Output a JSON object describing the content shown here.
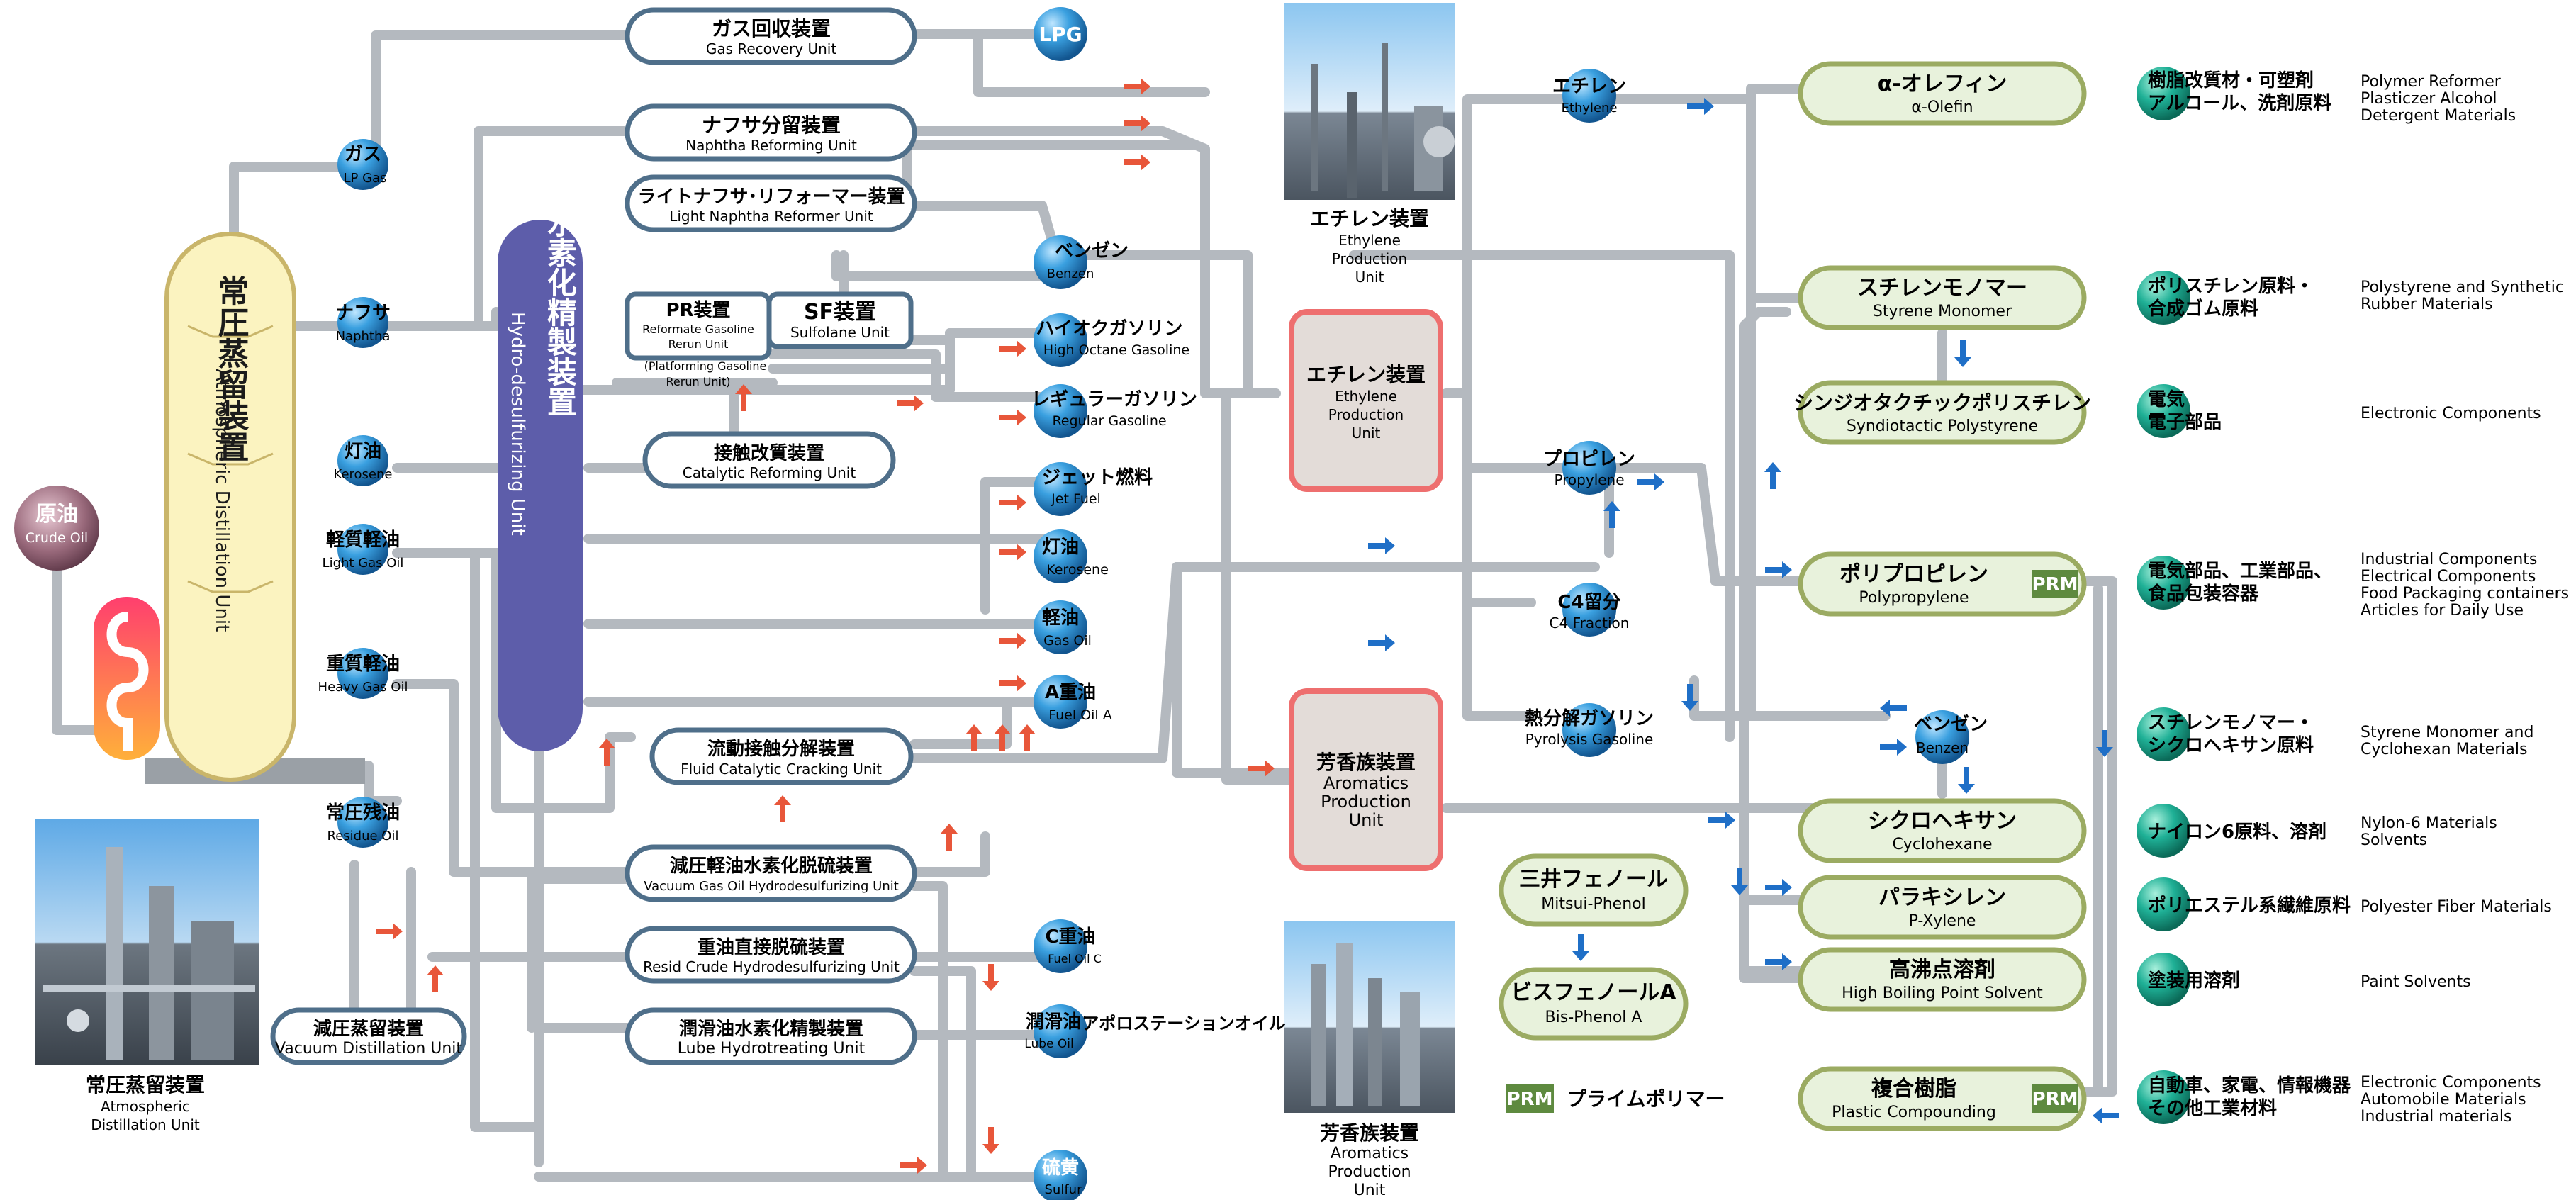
{
  "feed": {
    "jp": "原油",
    "en": "Crude Oil"
  },
  "tower": {
    "jp": "常圧蒸留装置",
    "en": "Atmospheric Distillation Unit"
  },
  "hds": {
    "jp": "水素化精製装置",
    "en": "Hydro-desulfurizing Unit"
  },
  "cuts": {
    "gas": {
      "jp": "ガス",
      "en": "LP Gas"
    },
    "naphtha": {
      "jp": "ナフサ",
      "en": "Naphtha"
    },
    "kerosene": {
      "jp": "灯油",
      "en": "Kerosene"
    },
    "lgo": {
      "jp": "軽質軽油",
      "en": "Light Gas Oil"
    },
    "hgo": {
      "jp": "重質軽油",
      "en": "Heavy Gas Oil"
    },
    "residue": {
      "jp": "常圧残油",
      "en": "Residue Oil"
    }
  },
  "units": {
    "gru": {
      "jp": "ガス回収装置",
      "en": "Gas Recovery Unit"
    },
    "nru": {
      "jp": "ナフサ分留装置",
      "en": "Naphtha Reforming Unit"
    },
    "lnr": {
      "jp": "ライトナフサ･リフォーマー装置",
      "en": "Light Naphtha Reformer Unit"
    },
    "pr": {
      "jp": "PR装置",
      "en1": "Reformate Gasoline",
      "en2": "Rerun Unit",
      "en3": "(Platforming Gasoline",
      "en4": "Rerun Unit)"
    },
    "sf": {
      "jp": "SF装置",
      "en": "Sulfolane Unit"
    },
    "cru": {
      "jp": "接触改質装置",
      "en": "Catalytic Reforming Unit"
    },
    "fcc": {
      "jp": "流動接触分解装置",
      "en": "Fluid Catalytic Cracking Unit"
    },
    "vgo": {
      "jp": "減圧軽油水素化脱硫装置",
      "en": "Vacuum Gas Oil Hydrodesulfurizing Unit"
    },
    "rch": {
      "jp": "重油直接脱硫装置",
      "en": "Resid Crude Hydrodesulfurizing Unit"
    },
    "lube": {
      "jp": "潤滑油水素化精製装置",
      "en": "Lube Hydrotreating Unit"
    },
    "vdu": {
      "jp": "減圧蒸留装置",
      "en": "Vacuum Distillation Unit"
    }
  },
  "products": {
    "lpg": {
      "jp": "LPG",
      "en": ""
    },
    "benzen": {
      "jp": "ベンゼン",
      "en": "Benzen"
    },
    "hoctane": {
      "jp": "ハイオクガソリン",
      "en": "High Octane Gasoline"
    },
    "regular": {
      "jp": "レギュラーガソリン",
      "en": "Regular Gasoline"
    },
    "jet": {
      "jp": "ジェット燃料",
      "en": "Jet Fuel"
    },
    "kerosene": {
      "jp": "灯油",
      "en": "Kerosene"
    },
    "gasoil": {
      "jp": "軽油",
      "en": "Gas Oil"
    },
    "fuela": {
      "jp": "A重油",
      "en": "Fuel Oil A"
    },
    "fuelc": {
      "jp": "C重油",
      "en": "Fuel Oil C"
    },
    "lube": {
      "jp": "潤滑油",
      "en": "Lube Oil",
      "extra": "アポロステーションオイル"
    },
    "sulfur": {
      "jp": "硫黄",
      "en": "Sulfur"
    }
  },
  "ethylene_unit": {
    "jp": "エチレン装置",
    "en1": "Ethylene",
    "en2": "Production",
    "en3": "Unit"
  },
  "aromatics_unit": {
    "jp": "芳香族装置",
    "en1": "Aromatics",
    "en2": "Production",
    "en3": "Unit"
  },
  "photos": {
    "ethylene": {
      "jp": "エチレン装置",
      "en1": "Ethylene",
      "en2": "Production",
      "en3": "Unit"
    },
    "atmospheric": {
      "jp": "常圧蒸留装置",
      "en1": "Atmospheric",
      "en2": "Distillation Unit"
    },
    "aromatics": {
      "jp": "芳香族装置",
      "en1": "Aromatics",
      "en2": "Production",
      "en3": "Unit"
    }
  },
  "petchem": {
    "ethylene": {
      "jp": "エチレン",
      "en": "Ethylene"
    },
    "propylene": {
      "jp": "プロピレン",
      "en": "Propylene"
    },
    "c4": {
      "jp": "C4留分",
      "en": "C4 Fraction"
    },
    "pyrolysis": {
      "jp": "熱分解ガソリン",
      "en": "Pyrolysis Gasoline"
    },
    "benzen2": {
      "jp": "ベンゼン",
      "en": "Benzen"
    }
  },
  "derivatives": {
    "aolefin": {
      "jp": "α-オレフィン",
      "en": "α-Olefin"
    },
    "styrene": {
      "jp": "スチレンモノマー",
      "en": "Styrene Monomer"
    },
    "sps": {
      "jp": "シンジオタクチックポリスチレン",
      "en": "Syndiotactic Polystyrene"
    },
    "pp": {
      "jp": "ポリプロピレン",
      "en": "Polypropylene",
      "tag": "PRM"
    },
    "cyclo": {
      "jp": "シクロヘキサン",
      "en": "Cyclohexane"
    },
    "pxylene": {
      "jp": "パラキシレン",
      "en": "P-Xylene"
    },
    "hbps": {
      "jp": "高沸点溶剤",
      "en": "High Boiling Point Solvent"
    },
    "compound": {
      "jp": "複合樹脂",
      "en": "Plastic Compounding",
      "tag": "PRM"
    },
    "phenol": {
      "jp": "三井フェノール",
      "en": "Mitsui-Phenol"
    },
    "bpa": {
      "jp": "ビスフェノールA",
      "en": "Bis-Phenol A"
    }
  },
  "legend": {
    "tag": "PRM",
    "text": "プライムポリマー"
  },
  "uses": [
    {
      "jp1": "樹脂改質材・可塑剤",
      "jp2": "アルコール、洗剤原料",
      "en1": "Polymer Reformer",
      "en2": "Plasticzer Alcohol",
      "en3": "Detergent Materials"
    },
    {
      "jp1": "ポリスチレン原料・",
      "jp2": "合成ゴム原料",
      "en1": "Polystyrene and Synthetic",
      "en2": "Rubber Materials",
      "en3": ""
    },
    {
      "jp1": "電気",
      "jp2": "電子部品",
      "en1": "Electronic Components",
      "en2": "",
      "en3": ""
    },
    {
      "jp1": "電気部品、工業部品、",
      "jp2": "食品包装容器",
      "en1": "Industrial Components",
      "en2": "Electrical Components",
      "en3": "Food Packaging containers",
      "en4": "Articles for Daily Use"
    },
    {
      "jp1": "スチレンモノマー・",
      "jp2": "シクロヘキサン原料",
      "en1": "Styrene Monomer and",
      "en2": "Cyclohexan Materials",
      "en3": ""
    },
    {
      "jp1": "ナイロン6原料、溶剤",
      "jp2": "",
      "en1": "Nylon-6 Materials",
      "en2": "Solvents",
      "en3": ""
    },
    {
      "jp1": "ポリエステル系繊維原料",
      "jp2": "",
      "en1": "Polyester Fiber Materials",
      "en2": "",
      "en3": ""
    },
    {
      "jp1": "塗装用溶剤",
      "jp2": "",
      "en1": "Paint Solvents",
      "en2": "",
      "en3": ""
    },
    {
      "jp1": "自動車、家電、情報機器",
      "jp2": "その他工業材料",
      "en1": "Electronic Components",
      "en2": "Automobile Materials",
      "en3": "Industrial materials"
    }
  ],
  "colors": {
    "pipe": "#b8bdc3",
    "unit_border": "#4f6f8a",
    "node": "#2b8fd0",
    "tower": "#fbf3c0",
    "hds": "#5d5daa",
    "derivative_fill": "#e8f2dc",
    "derivative_border": "#9bab62",
    "use_node": "#1aa38b",
    "arrow_red": "#e8563a",
    "arrow_blue": "#1f6fc7",
    "pink_unit": "#ee6f6f"
  }
}
